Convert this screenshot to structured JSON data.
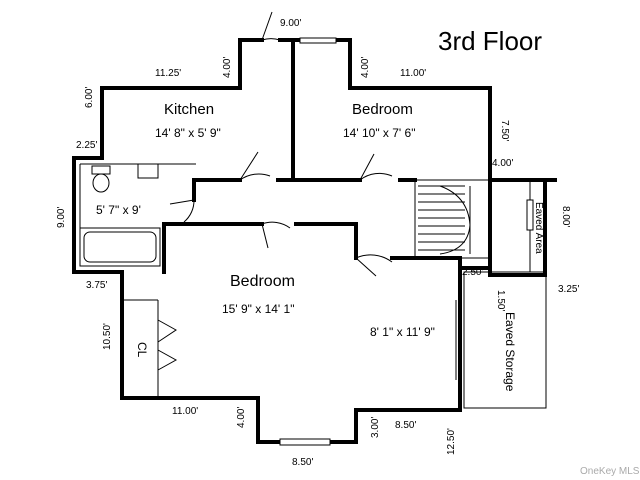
{
  "title": "3rd Floor",
  "rooms": {
    "kitchen": {
      "name": "Kitchen",
      "size": "14' 8\" x 5' 9\""
    },
    "bedroom_top": {
      "name": "Bedroom",
      "size": "14' 10\" x 7' 6\""
    },
    "bathroom": {
      "size": "5' 7\" x 9'"
    },
    "bedroom_main": {
      "name": "Bedroom",
      "size": "15' 9\" x 14' 1\""
    },
    "room_right": {
      "size": "8' 1\" x 11' 9\""
    },
    "eaved_area": {
      "name": "Eaved Area"
    },
    "eaved_storage": {
      "name": "Eaved Storage"
    },
    "closet": {
      "name": "CL"
    }
  },
  "dimensions": {
    "top_900": "9.00'",
    "left_1125": "11.25'",
    "kitchen_400": "4.00'",
    "bedroom_400": "4.00'",
    "top_1100": "11.00'",
    "left_600": "6.00'",
    "right_750": "7.50'",
    "left_225": "2.25'",
    "right_400": "4.00'",
    "eaved_800": "8.00'",
    "bath_900": "9.00'",
    "stair_250": "2.50'",
    "left_375": "3.75'",
    "storage_150": "1.50'",
    "storage_325": "3.25'",
    "left_1050": "10.50'",
    "bottom_1100": "11.00'",
    "bottom_400": "4.00'",
    "bottom_300": "3.00'",
    "bottom_850": "8.50'",
    "bottom_1250": "12.50'",
    "bottom_850b": "8.50'"
  },
  "watermark": "OneKey MLS"
}
